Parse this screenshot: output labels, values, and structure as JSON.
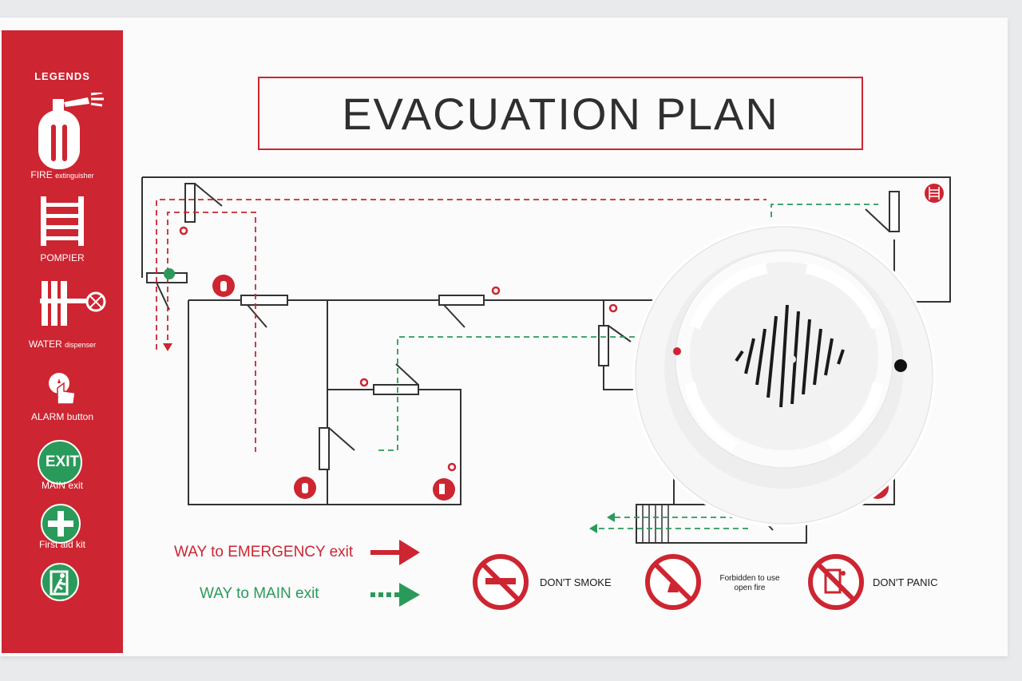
{
  "title": "EVACUATION PLAN",
  "legend": {
    "heading": "LEGENDS",
    "items": [
      {
        "icon": "fire-extinguisher-icon",
        "label_main": "FIRE",
        "label_small": "extinguisher"
      },
      {
        "icon": "ladder-icon",
        "label_main": "POMPIER",
        "label_small": ""
      },
      {
        "icon": "water-hose-icon",
        "label_main": "WATER",
        "label_small": "dispenser"
      },
      {
        "icon": "alarm-button-icon",
        "label_main": "ALARM button",
        "label_small": ""
      },
      {
        "icon": "exit-icon",
        "label_main": "MAIN exit",
        "label_small": "",
        "badge": "EXIT"
      },
      {
        "icon": "first-aid-icon",
        "label_main": "First aid kit",
        "label_small": ""
      },
      {
        "icon": "emergency-exit-person-icon",
        "label_main": "",
        "label_small": ""
      }
    ]
  },
  "routes": {
    "emergency_label": "WAY to EMERGENCY exit",
    "main_label": "WAY to MAIN exit"
  },
  "signs": {
    "no_smoke": "DON'T SMOKE",
    "no_fire_line1": "Forbidden to use",
    "no_fire_line2": "open fire",
    "no_panic": "DON'T PANIC"
  },
  "colors": {
    "red": "#cd2531",
    "green": "#2a9a5a",
    "wall": "#333333"
  }
}
